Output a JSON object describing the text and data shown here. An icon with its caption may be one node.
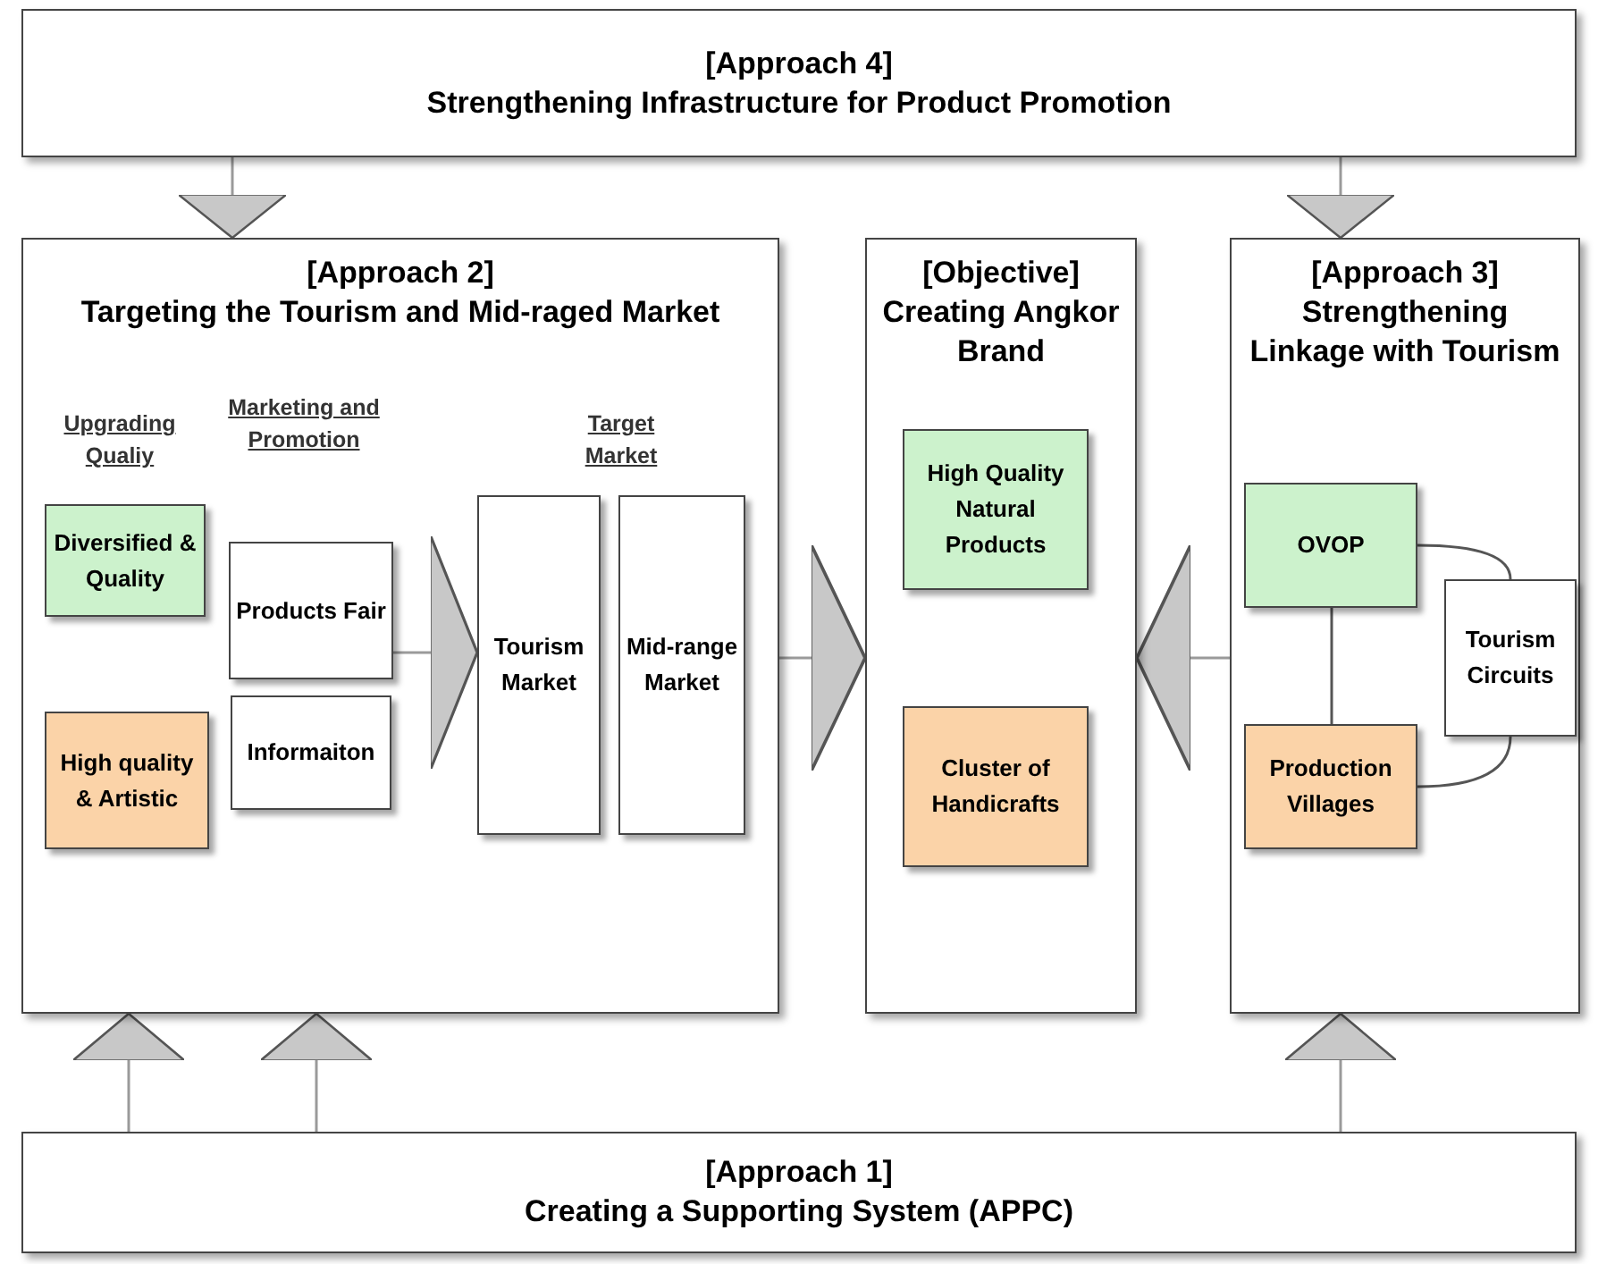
{
  "diagram": {
    "nodes": [
      {
        "text": [
          "[Approach 4]",
          "Strengthening Infrastructure for Product Promotion"
        ]
      },
      {
        "text": [
          "[Approach 2]",
          "Targeting the Tourism and Mid-raged Market"
        ]
      },
      {
        "text": [
          "Diversified & Quality"
        ],
        "in": 1
      },
      {
        "text": [
          "High quality & Artistic"
        ],
        "in": 1
      },
      {
        "text": [
          "Products Fair"
        ],
        "in": 1
      },
      {
        "text": [
          "Informaiton"
        ],
        "in": 1
      },
      {
        "text": [
          "Tourism Market"
        ],
        "in": 1
      },
      {
        "text": [
          "Mid-range Market"
        ],
        "in": 1
      },
      {
        "text": [
          "[Objective]",
          "Creating Angkor Brand"
        ]
      },
      {
        "text": [
          "High Quality Natural Products"
        ],
        "in": 8
      },
      {
        "text": [
          "Cluster of Handicrafts"
        ],
        "in": 8
      },
      {
        "text": [
          "[Approach 3]",
          "Strengthening Linkage with Tourism"
        ]
      },
      {
        "text": [
          "OVOP"
        ],
        "in": 11
      },
      {
        "text": [
          "Tourism Circuits"
        ],
        "in": 11
      },
      {
        "text": [
          "Production Villages"
        ],
        "in": 11
      },
      {
        "text": [
          "[Approach 1]",
          "Creating a Supporting System (APPC)"
        ]
      }
    ],
    "edges": [
      {
        "from": 0,
        "to": 1,
        "arrow": "to"
      },
      {
        "from": 0,
        "to": 11,
        "arrow": "to"
      },
      {
        "from": 1,
        "to": 8,
        "arrow": "to"
      },
      {
        "from": 11,
        "to": 8,
        "arrow": "to"
      },
      {
        "from": 4,
        "to": 6,
        "arrow": "to"
      },
      {
        "from": 12,
        "to": 13,
        "arrow": "none",
        "color": "#555555"
      },
      {
        "from": 12,
        "to": 14,
        "arrow": "none",
        "color": "#555555"
      },
      {
        "from": 14,
        "to": 13,
        "arrow": "none",
        "color": "#555555"
      },
      {
        "from": 15,
        "to": 1,
        "arrow": "to"
      },
      {
        "from": 15,
        "to": 1,
        "arrow": "to"
      },
      {
        "from": 15,
        "to": 11,
        "arrow": "to"
      }
    ],
    "labels": [
      "Upgrading Qualiy",
      "Marketing and Promotion",
      "Target Market"
    ]
  }
}
